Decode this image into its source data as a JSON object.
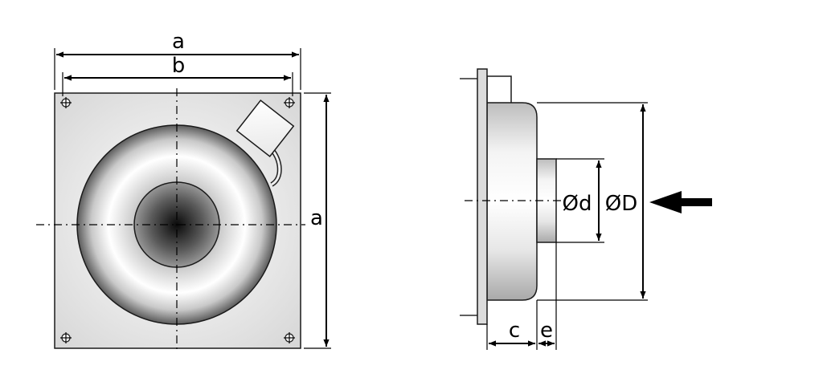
{
  "labels": {
    "front_width_outer": "a",
    "front_width_inner": "b",
    "front_height": "a",
    "side_inner_diameter": "Ød",
    "side_outer_diameter": "ØD",
    "side_depth_c": "c",
    "side_depth_e": "e"
  },
  "colors": {
    "line": "#000000",
    "plate": "#e0e0e0",
    "housing_light": "#ffffff",
    "housing_dark": "#4a4a4a",
    "hub_dark": "#111111",
    "hub_mid": "#7a7a7a"
  }
}
